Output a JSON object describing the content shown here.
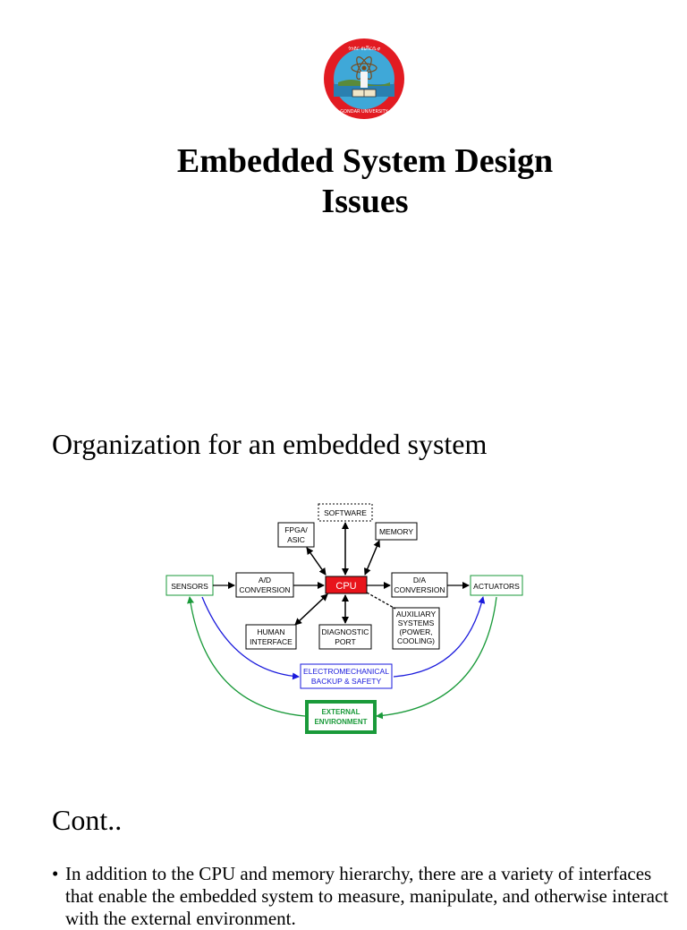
{
  "logo": {
    "top_text": "ጎንደር ዩኒቨርሲቲ",
    "bottom_text": "GONDAR UNIVERSITY",
    "colors": {
      "ring": "#e21b22",
      "sky": "#3fa8d8",
      "water": "#2a7fb0"
    }
  },
  "slide1": {
    "title_line1": "Embedded System Design",
    "title_line2": "Issues"
  },
  "slide2": {
    "heading": "Organization for an embedded system",
    "diagram": {
      "cpu": "CPU",
      "software": "SOFTWARE",
      "fpga_line1": "FPGA/",
      "fpga_line2": "ASIC",
      "memory": "MEMORY",
      "sensors": "SENSORS",
      "ad_line1": "A/D",
      "ad_line2": "CONVERSION",
      "da_line1": "D/A",
      "da_line2": "CONVERSION",
      "actuators": "ACTUATORS",
      "human_line1": "HUMAN",
      "human_line2": "INTERFACE",
      "diag_line1": "DIAGNOSTIC",
      "diag_line2": "PORT",
      "aux_line1": "AUXILIARY",
      "aux_line2": "SYSTEMS",
      "aux_line3": "(POWER,",
      "aux_line4": "COOLING)",
      "electro_line1": "ELECTROMECHANICAL",
      "electro_line2": "BACKUP & SAFETY",
      "env_line1": "EXTERNAL",
      "env_line2": "ENVIRONMENT",
      "colors": {
        "cpu": "#e8141b",
        "blue": "#1a1adc",
        "green": "#1a9a3a"
      }
    }
  },
  "slide3": {
    "heading": "Cont..",
    "bullet": "In addition to the CPU and memory hierarchy, there are a variety of interfaces that enable the embedded system to measure, manipulate, and otherwise interact with the external environment."
  }
}
